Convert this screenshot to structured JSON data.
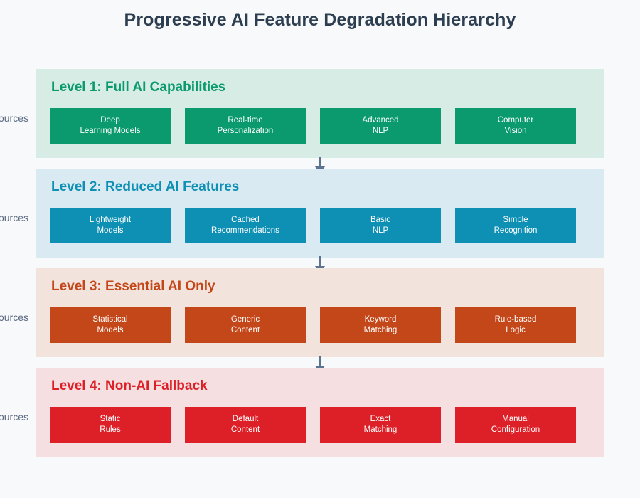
{
  "page": {
    "title": "Progressive AI Feature Degradation Hierarchy",
    "background_color": "#f8f9fa",
    "title_color": "#2c3e50"
  },
  "levels": [
    {
      "heading": "Level 1: Full AI Capabilities",
      "panel_color": "#d7ece4",
      "accent_color": "#0b9a6d",
      "side_label": "ources",
      "features": [
        {
          "line1": "Deep",
          "line2": "Learning Models"
        },
        {
          "line1": "Real-time",
          "line2": "Personalization"
        },
        {
          "line1": "Advanced",
          "line2": "NLP"
        },
        {
          "line1": "Computer",
          "line2": "Vision"
        }
      ]
    },
    {
      "heading": "Level 2: Reduced AI Features",
      "panel_color": "#d9eaf2",
      "accent_color": "#0e8fb4",
      "side_label": "ources",
      "features": [
        {
          "line1": "Lightweight",
          "line2": "Models"
        },
        {
          "line1": "Cached",
          "line2": "Recommendations"
        },
        {
          "line1": "Basic",
          "line2": "NLP"
        },
        {
          "line1": "Simple",
          "line2": "Recognition"
        }
      ]
    },
    {
      "heading": "Level 3: Essential AI Only",
      "panel_color": "#f2e3dd",
      "accent_color": "#c4471a",
      "side_label": "ources",
      "features": [
        {
          "line1": "Statistical",
          "line2": "Models"
        },
        {
          "line1": "Generic",
          "line2": "Content"
        },
        {
          "line1": "Keyword",
          "line2": "Matching"
        },
        {
          "line1": "Rule-based",
          "line2": "Logic"
        }
      ]
    },
    {
      "heading": "Level 4: Non-AI Fallback",
      "panel_color": "#f6dfe0",
      "accent_color": "#dd2027",
      "side_label": "ources",
      "features": [
        {
          "line1": "Static",
          "line2": "Rules"
        },
        {
          "line1": "Default",
          "line2": "Content"
        },
        {
          "line1": "Exact",
          "line2": "Matching"
        },
        {
          "line1": "Manual",
          "line2": "Configuration"
        }
      ]
    }
  ],
  "arrows": {
    "icon": "arrow-down-icon",
    "color": "#5d7390",
    "count": 3
  }
}
